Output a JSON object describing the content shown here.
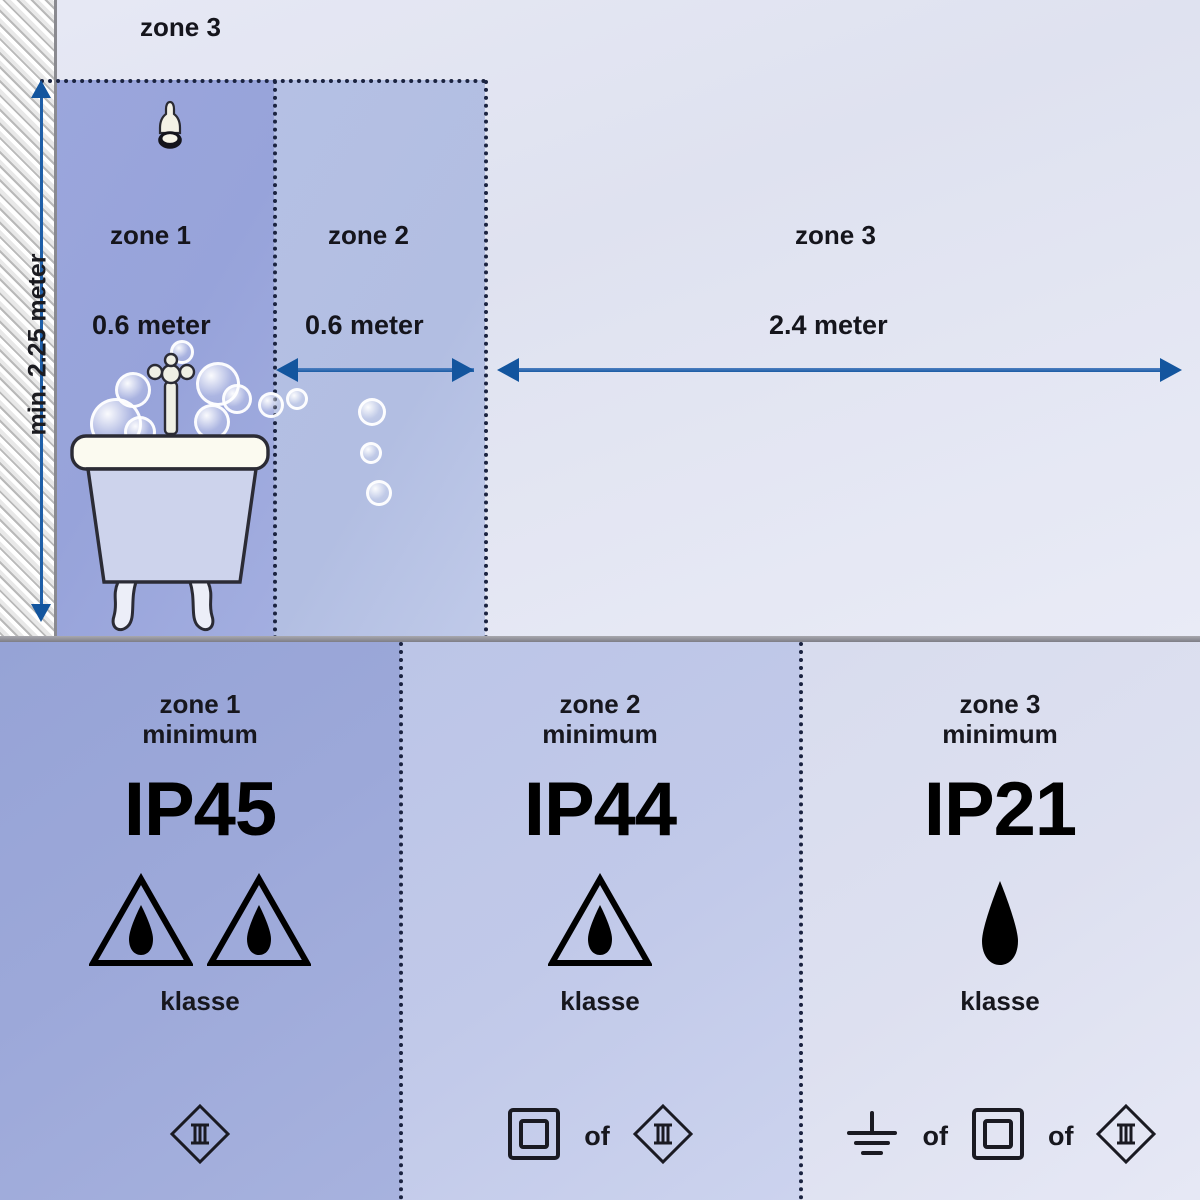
{
  "diagram": {
    "title_zone_top": "zone 3",
    "vertical_measure": "min. 2.25 meter",
    "zones": [
      {
        "name": "zone 1",
        "width_label": "0.6 meter"
      },
      {
        "name": "zone 2",
        "width_label": "0.6 meter"
      },
      {
        "name": "zone 3",
        "width_label": "2.4 meter"
      }
    ],
    "icons": {
      "wall": "hatched-wall",
      "lamp": "ceiling-lamp-icon",
      "bathtub": "bathtub-icon",
      "bubbles": "soap-bubbles-icon",
      "vertical_arrow": "double-headed-vertical-arrow",
      "horizontal_arrow": "double-headed-horizontal-arrow"
    }
  },
  "panels": [
    {
      "zone": "zone 1",
      "minimum_label": "minimum",
      "ip_rating": "IP45",
      "klasse_label": "klasse",
      "drop_triangles": 2,
      "bare_drop": false,
      "class_symbols": [
        "class-2-double-insulation-diamond-icon"
      ],
      "connectors": []
    },
    {
      "zone": "zone 2",
      "minimum_label": "minimum",
      "ip_rating": "IP44",
      "klasse_label": "klasse",
      "drop_triangles": 1,
      "bare_drop": false,
      "class_symbols": [
        "class-2-square-in-square-icon",
        "class-2-double-insulation-diamond-icon"
      ],
      "connectors": [
        "of"
      ]
    },
    {
      "zone": "zone 3",
      "minimum_label": "minimum",
      "ip_rating": "IP21",
      "klasse_label": "klasse",
      "drop_triangles": 0,
      "bare_drop": true,
      "class_symbols": [
        "class-1-earth-ground-icon",
        "class-2-square-in-square-icon",
        "class-2-double-insulation-diamond-icon"
      ],
      "connectors": [
        "of",
        "of"
      ]
    }
  ],
  "colors": {
    "zone1": "#9ba6dc",
    "zone2": "#b5c0e4",
    "zone3": "#dfe2f0",
    "arrow": "#13559e",
    "dotted_line": "#1b2340",
    "text": "#15151c"
  }
}
